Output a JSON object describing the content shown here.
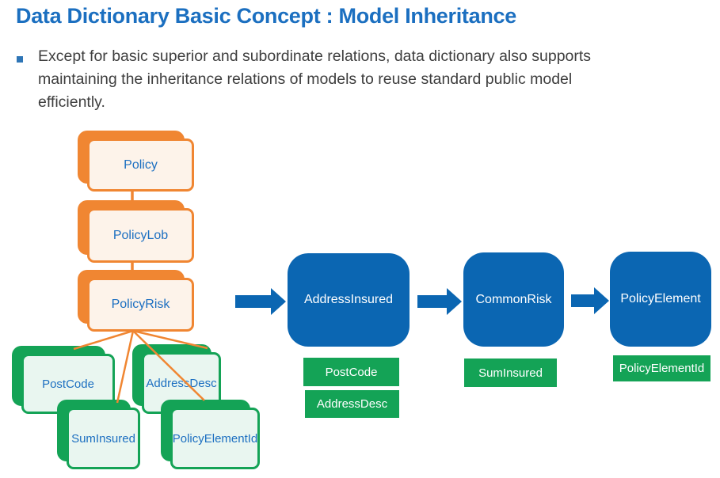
{
  "header": {
    "title": "Data Dictionary Basic Concept : Model Inheritance"
  },
  "bullet": {
    "lines": [
      "Except for basic superior and subordinate relations, data dictionary also supports",
      "maintaining the inheritance relations of models to reuse standard public model",
      "efficiently."
    ]
  },
  "diagram": {
    "inheritance_chain": [
      {
        "label": "Policy"
      },
      {
        "label": "PolicyLob"
      },
      {
        "label": "PolicyRisk"
      }
    ],
    "child_models": [
      {
        "label": "PostCode"
      },
      {
        "label": "AddressDesc"
      },
      {
        "label": "SumInsured"
      },
      {
        "label": "PolicyElementId"
      }
    ],
    "flow_models": [
      {
        "label": "AddressInsured",
        "fields": [
          "PostCode",
          "AddressDesc"
        ]
      },
      {
        "label": "CommonRisk",
        "fields": [
          "SumInsured"
        ]
      },
      {
        "label": "PolicyElement",
        "fields": [
          "PolicyElementId"
        ]
      }
    ],
    "icons": [
      {
        "name": "flow-arrow-icon",
        "meaning": "right arrow connector"
      }
    ]
  },
  "colors": {
    "title_blue": "#1B6FC0",
    "body_text": "#3E3E3E",
    "bullet_square": "#2E75B6",
    "orange": "#F08632",
    "orange_fill": "#FDF3EA",
    "green": "#14A356",
    "green_fill": "#E9F6F0",
    "flow_blue": "#0B66B2",
    "box_label_blue": "#1C6FC1"
  }
}
